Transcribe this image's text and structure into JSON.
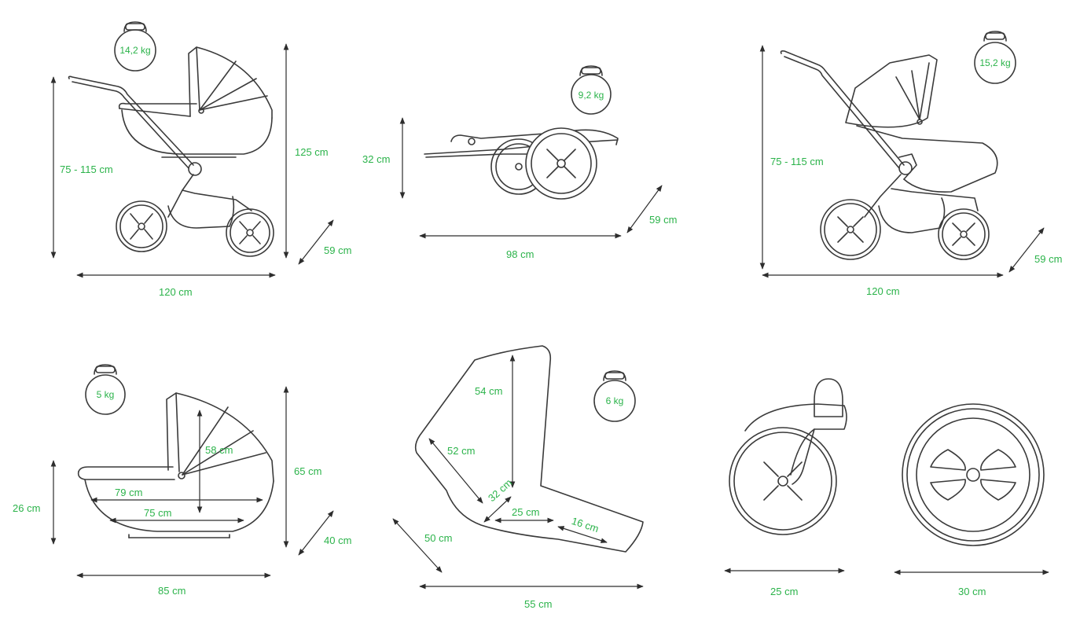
{
  "colors": {
    "label": "#2bb34a",
    "line": "#3a3a3a",
    "background": "#ffffff"
  },
  "panels": {
    "pram": {
      "weight": "14,2 kg",
      "height": "75 - 115 cm",
      "overall_height": "125 cm",
      "depth": "59 cm",
      "length": "120 cm"
    },
    "folded": {
      "weight": "9,2 kg",
      "height": "32 cm",
      "depth": "59 cm",
      "length": "98 cm"
    },
    "stroller": {
      "weight": "15,2 kg",
      "height": "75 - 115 cm",
      "depth": "59 cm",
      "length": "120 cm"
    },
    "carrycot": {
      "weight": "5 kg",
      "outer_height": "26 cm",
      "top_length": "79 cm",
      "inner_length": "75 cm",
      "hood_height": "58 cm",
      "height": "65 cm",
      "depth": "40 cm",
      "length": "85 cm"
    },
    "seat": {
      "weight": "6 kg",
      "back_height": "54 cm",
      "diagonal": "52 cm",
      "seat_depth": "32 cm",
      "seat_length": "25 cm",
      "footrest": "16 cm",
      "width": "50 cm",
      "length": "55 cm"
    },
    "wheels": {
      "front_diameter": "25 cm",
      "rear_diameter": "30 cm"
    }
  }
}
